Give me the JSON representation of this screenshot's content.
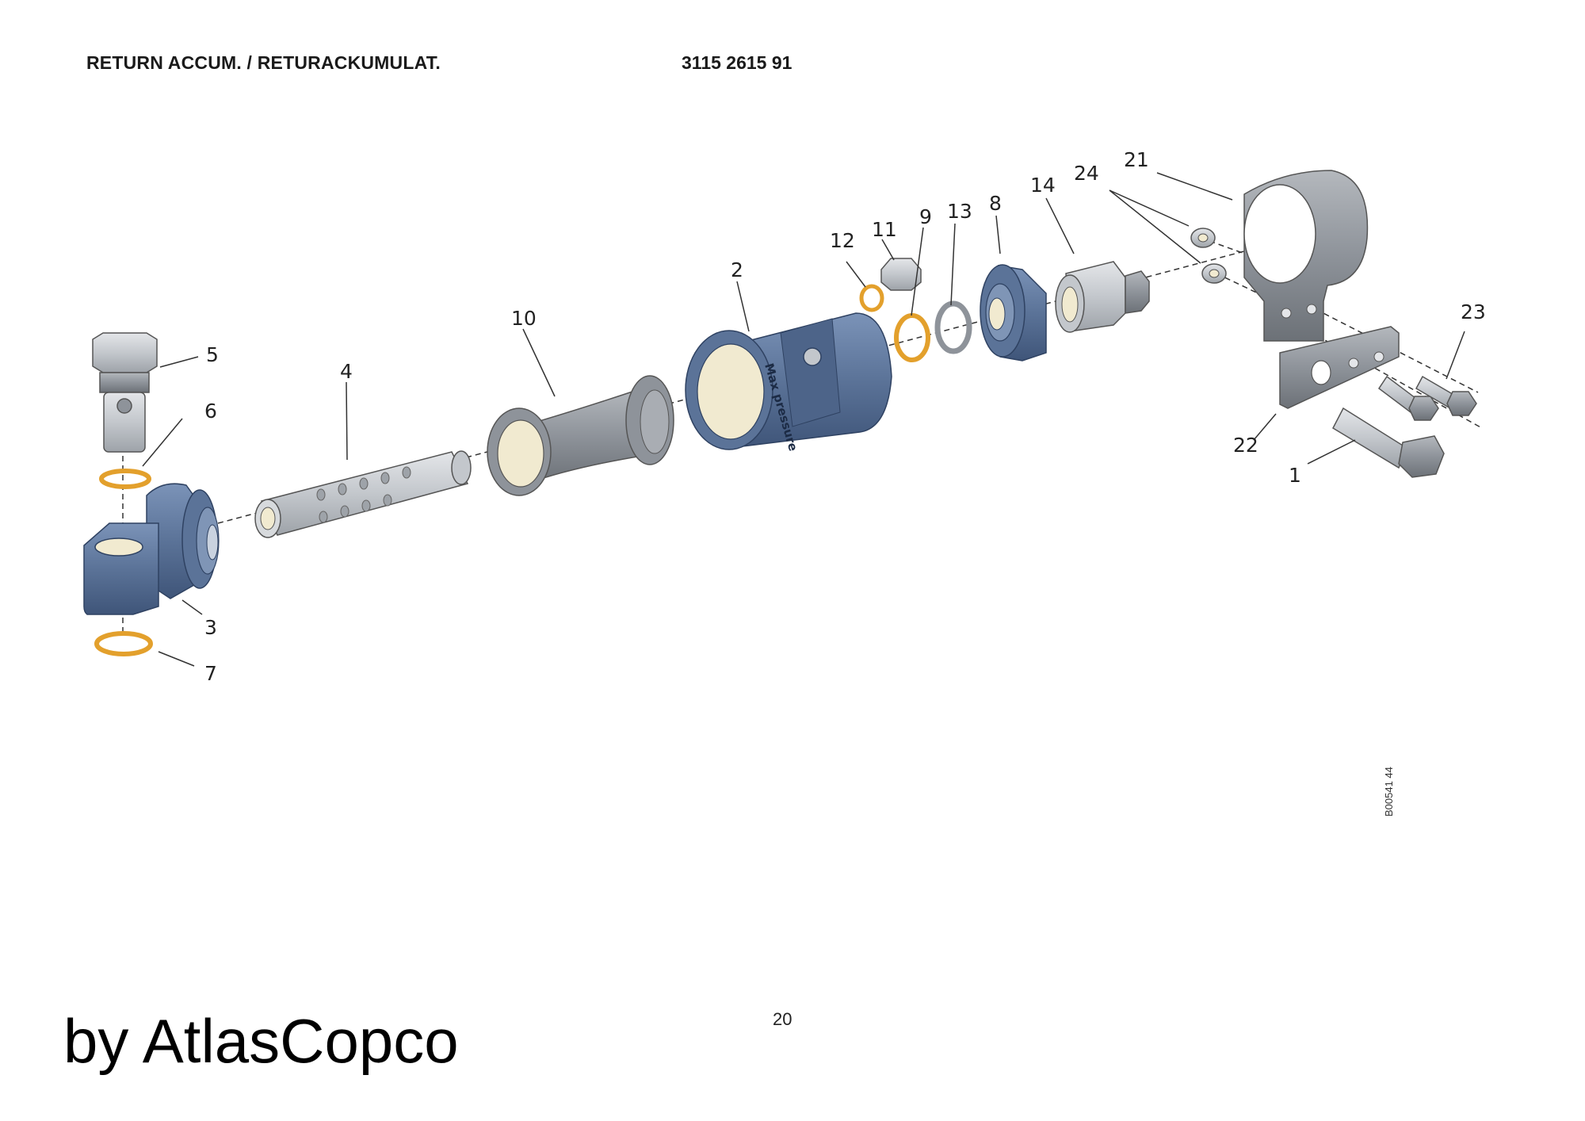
{
  "header": {
    "title": "RETURN ACCUM. / RETURACKUMULAT.",
    "part_number": "3115 2615 91"
  },
  "callouts": {
    "c1": "1",
    "c2": "2",
    "c3": "3",
    "c4": "4",
    "c5": "5",
    "c6": "6",
    "c7": "7",
    "c8": "8",
    "c9": "9",
    "c10": "10",
    "c11": "11",
    "c12": "12",
    "c13": "13",
    "c14": "14",
    "c21": "21",
    "c22": "22",
    "c23": "23",
    "c24": "24"
  },
  "housing_marking": "Max pressure",
  "drawing_code": "B00541 44",
  "page_number": "20",
  "brand": "by AtlasCopco",
  "colors": {
    "part_blue": "#5b7398",
    "part_grey": "#8e939a",
    "seal_orange": "#e3a02c",
    "bore_cream": "#f1ead0"
  }
}
